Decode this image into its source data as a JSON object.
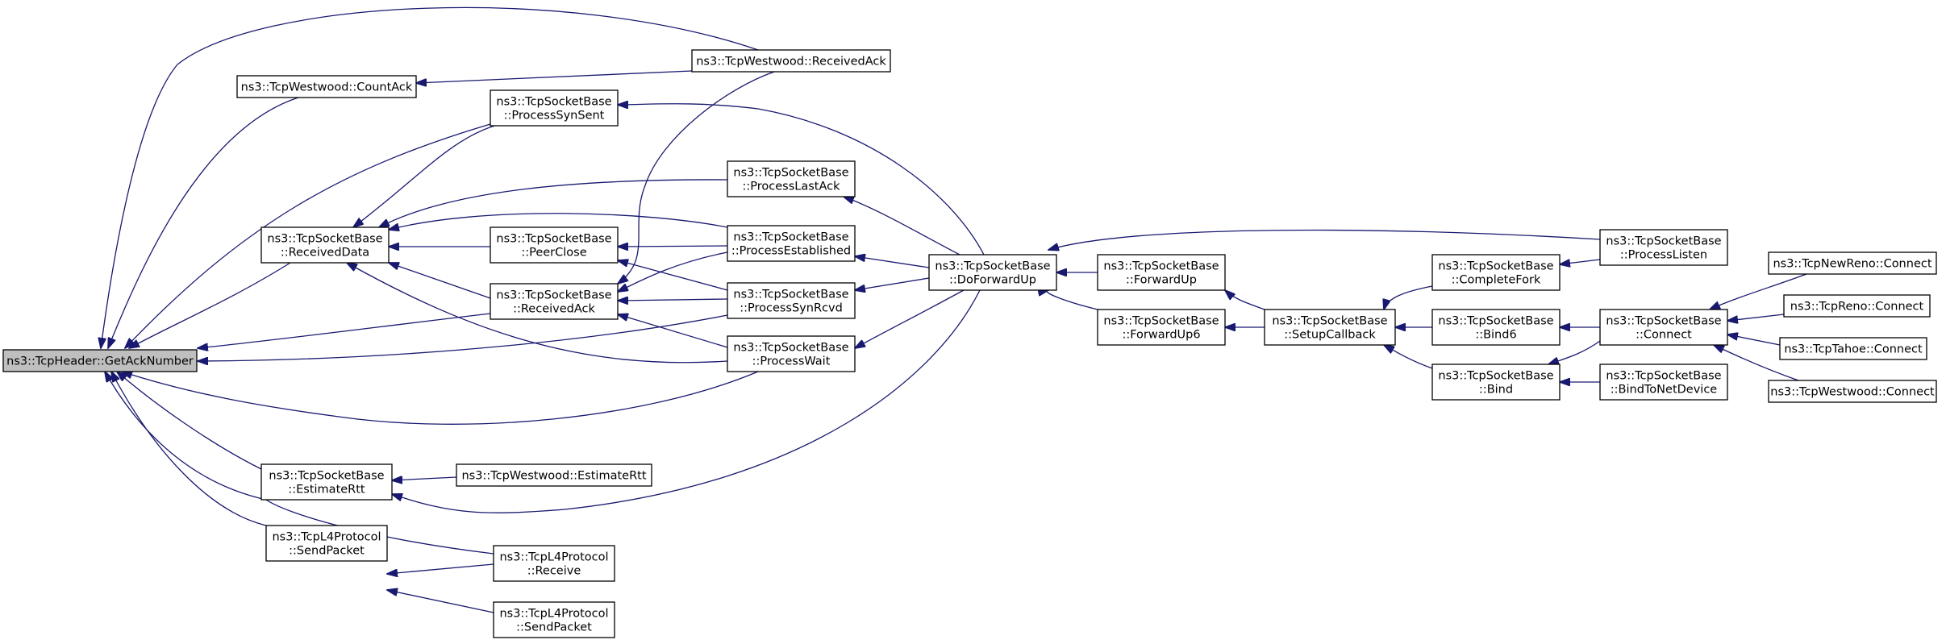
{
  "colors": {
    "edge": "#191970",
    "node_fill": "#ffffff",
    "focus_fill": "#bfbfbf",
    "node_border": "#000000"
  },
  "nodes": [
    {
      "id": "root",
      "lines": [
        "ns3::TcpHeader::GetAckNumber"
      ],
      "highlight": true
    },
    {
      "id": "countAck",
      "lines": [
        "ns3::TcpWestwood::CountAck"
      ]
    },
    {
      "id": "westRecvAck",
      "lines": [
        "ns3::TcpWestwood::ReceivedAck"
      ]
    },
    {
      "id": "procSynSent",
      "lines": [
        "ns3::TcpSocketBase",
        "::ProcessSynSent"
      ]
    },
    {
      "id": "procLastAck",
      "lines": [
        "ns3::TcpSocketBase",
        "::ProcessLastAck"
      ]
    },
    {
      "id": "recvData",
      "lines": [
        "ns3::TcpSocketBase",
        "::ReceivedData"
      ]
    },
    {
      "id": "peerClose",
      "lines": [
        "ns3::TcpSocketBase",
        "::PeerClose"
      ]
    },
    {
      "id": "procEstab",
      "lines": [
        "ns3::TcpSocketBase",
        "::ProcessEstablished"
      ]
    },
    {
      "id": "recvAck",
      "lines": [
        "ns3::TcpSocketBase",
        "::ReceivedAck"
      ]
    },
    {
      "id": "procSynRcvd",
      "lines": [
        "ns3::TcpSocketBase",
        "::ProcessSynRcvd"
      ]
    },
    {
      "id": "procWait",
      "lines": [
        "ns3::TcpSocketBase",
        "::ProcessWait"
      ]
    },
    {
      "id": "doFwdUp",
      "lines": [
        "ns3::TcpSocketBase",
        "::DoForwardUp"
      ]
    },
    {
      "id": "fwdUp",
      "lines": [
        "ns3::TcpSocketBase",
        "::ForwardUp"
      ]
    },
    {
      "id": "fwdUp6",
      "lines": [
        "ns3::TcpSocketBase",
        "::ForwardUp6"
      ]
    },
    {
      "id": "setupCb",
      "lines": [
        "ns3::TcpSocketBase",
        "::SetupCallback"
      ]
    },
    {
      "id": "complFork",
      "lines": [
        "ns3::TcpSocketBase",
        "::CompleteFork"
      ]
    },
    {
      "id": "procListen",
      "lines": [
        "ns3::TcpSocketBase",
        "::ProcessListen"
      ]
    },
    {
      "id": "bind6",
      "lines": [
        "ns3::TcpSocketBase",
        "::Bind6"
      ]
    },
    {
      "id": "bind",
      "lines": [
        "ns3::TcpSocketBase",
        "::Bind"
      ]
    },
    {
      "id": "connect",
      "lines": [
        "ns3::TcpSocketBase",
        "::Connect"
      ]
    },
    {
      "id": "bindNet",
      "lines": [
        "ns3::TcpSocketBase",
        "::BindToNetDevice"
      ]
    },
    {
      "id": "newRenoConn",
      "lines": [
        "ns3::TcpNewReno::Connect"
      ]
    },
    {
      "id": "renoConn",
      "lines": [
        "ns3::TcpReno::Connect"
      ]
    },
    {
      "id": "tahoeConn",
      "lines": [
        "ns3::TcpTahoe::Connect"
      ]
    },
    {
      "id": "westConn",
      "lines": [
        "ns3::TcpWestwood::Connect"
      ]
    },
    {
      "id": "estRtt",
      "lines": [
        "ns3::TcpSocketBase",
        "::EstimateRtt"
      ]
    },
    {
      "id": "westEstRtt",
      "lines": [
        "ns3::TcpWestwood::EstimateRtt"
      ]
    },
    {
      "id": "l4SendPkt",
      "lines": [
        "ns3::TcpL4Protocol",
        "::SendPacket"
      ]
    },
    {
      "id": "l4Recv",
      "lines": [
        "ns3::TcpL4Protocol",
        "::Receive"
      ]
    },
    {
      "id": "l4SendPkt2",
      "lines": [
        "ns3::TcpL4Protocol",
        "::SendPacket"
      ]
    }
  ],
  "edges": [
    {
      "from": "countAck",
      "to": "root"
    },
    {
      "from": "westRecvAck",
      "to": "root"
    },
    {
      "from": "procSynSent",
      "to": "root"
    },
    {
      "from": "recvData",
      "to": "root"
    },
    {
      "from": "recvAck",
      "to": "root"
    },
    {
      "from": "procSynRcvd",
      "to": "root"
    },
    {
      "from": "procWait",
      "to": "root"
    },
    {
      "from": "estRtt",
      "to": "root"
    },
    {
      "from": "l4SendPkt",
      "to": "root"
    },
    {
      "from": "l4Recv",
      "to": "root"
    },
    {
      "from": "westRecvAck",
      "to": "countAck"
    },
    {
      "from": "procSynSent",
      "to": "recvData"
    },
    {
      "from": "procLastAck",
      "to": "recvData"
    },
    {
      "from": "procEstab",
      "to": "recvData"
    },
    {
      "from": "peerClose",
      "to": "recvData"
    },
    {
      "from": "recvAck",
      "to": "recvData"
    },
    {
      "from": "procWait",
      "to": "recvData"
    },
    {
      "from": "procEstab",
      "to": "peerClose"
    },
    {
      "from": "procSynRcvd",
      "to": "peerClose"
    },
    {
      "from": "westRecvAck",
      "to": "recvAck"
    },
    {
      "from": "procEstab",
      "to": "recvAck"
    },
    {
      "from": "procSynRcvd",
      "to": "recvAck"
    },
    {
      "from": "procWait",
      "to": "recvAck"
    },
    {
      "from": "doFwdUp",
      "to": "procSynSent"
    },
    {
      "from": "doFwdUp",
      "to": "procLastAck"
    },
    {
      "from": "doFwdUp",
      "to": "procEstab"
    },
    {
      "from": "doFwdUp",
      "to": "procSynRcvd"
    },
    {
      "from": "doFwdUp",
      "to": "procWait"
    },
    {
      "from": "doFwdUp",
      "to": "estRtt"
    },
    {
      "from": "fwdUp",
      "to": "doFwdUp"
    },
    {
      "from": "fwdUp6",
      "to": "doFwdUp"
    },
    {
      "from": "setupCb",
      "to": "fwdUp"
    },
    {
      "from": "setupCb",
      "to": "fwdUp6"
    },
    {
      "from": "complFork",
      "to": "setupCb"
    },
    {
      "from": "bind6",
      "to": "setupCb"
    },
    {
      "from": "bind",
      "to": "setupCb"
    },
    {
      "from": "procListen",
      "to": "complFork"
    },
    {
      "from": "procListen",
      "to": "doFwdUp"
    },
    {
      "from": "connect",
      "to": "bind6"
    },
    {
      "from": "connect",
      "to": "bind"
    },
    {
      "from": "bindNet",
      "to": "bind"
    },
    {
      "from": "newRenoConn",
      "to": "connect"
    },
    {
      "from": "renoConn",
      "to": "connect"
    },
    {
      "from": "tahoeConn",
      "to": "connect"
    },
    {
      "from": "westConn",
      "to": "connect"
    },
    {
      "from": "westEstRtt",
      "to": "estRtt"
    },
    {
      "from": "l4Recv",
      "to": "l4SendPkt"
    },
    {
      "from": "l4SendPkt2",
      "to": "l4SendPkt"
    }
  ]
}
